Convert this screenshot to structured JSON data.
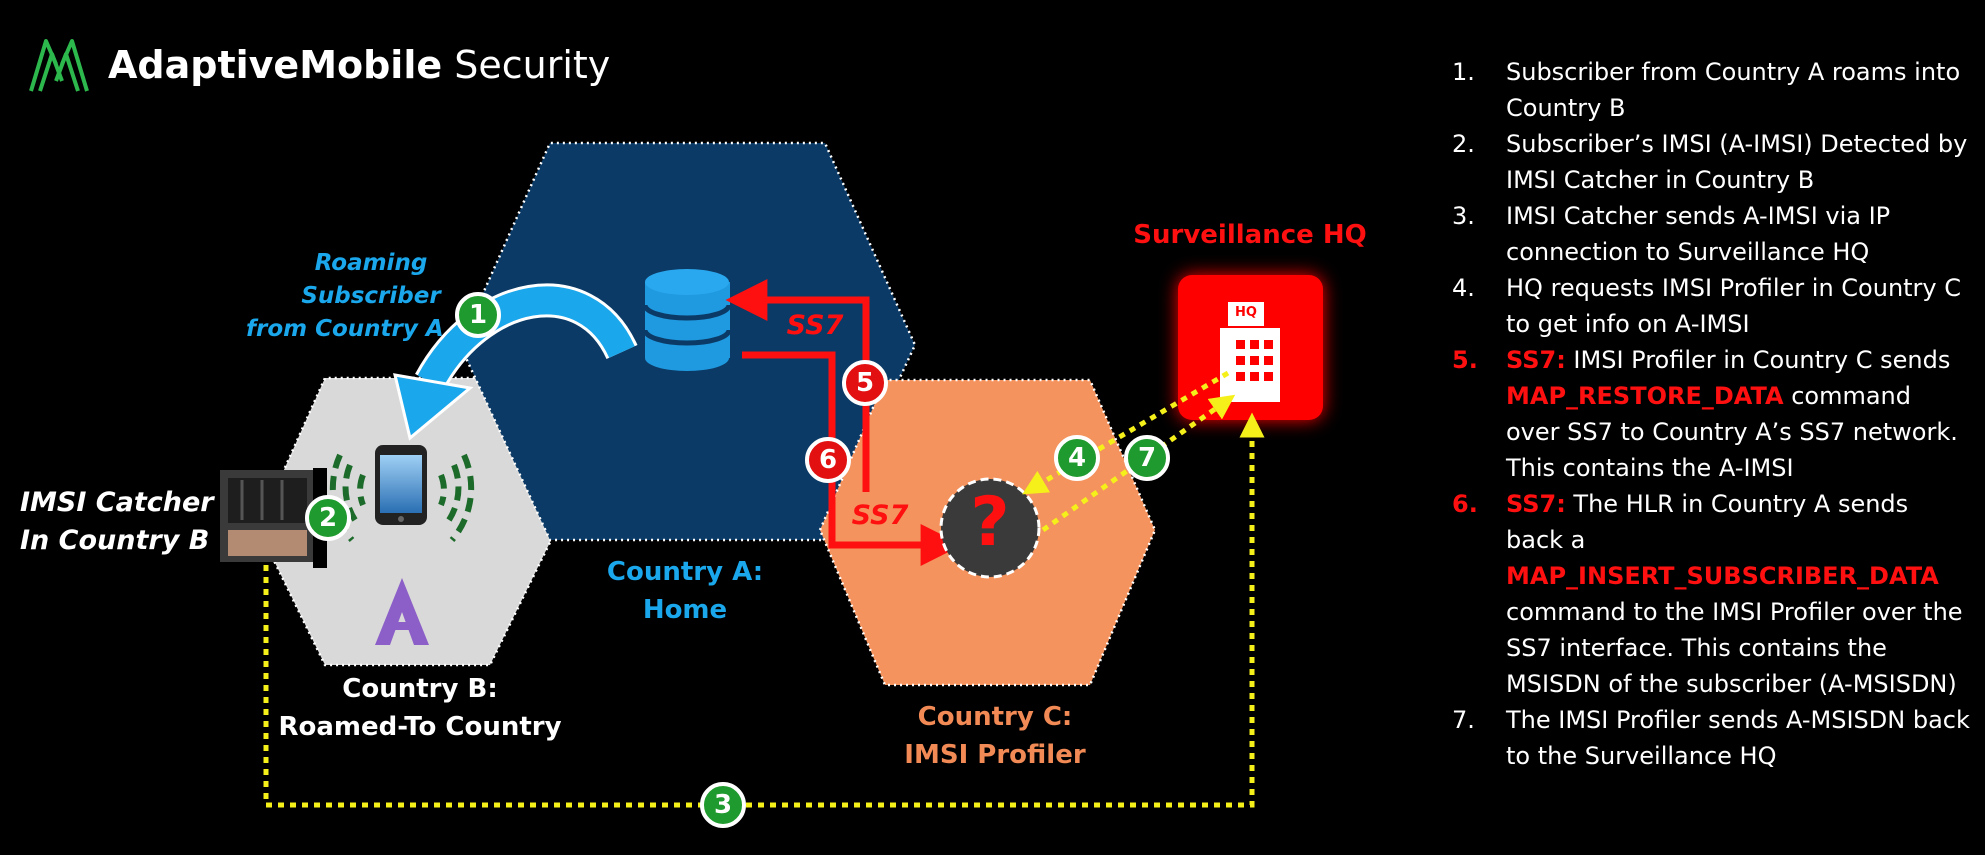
{
  "brand": {
    "name_bold": "AdaptiveMobile",
    "name_regular": "Security",
    "logo_icon": "adaptivemobile-logo-icon"
  },
  "labels": {
    "roaming_subscriber_line1": "Roaming Subscriber",
    "roaming_subscriber_line2": "from Country A",
    "imsi_catcher_line1": "IMSI Catcher",
    "imsi_catcher_line2": "In Country B",
    "country_a_line1": "Country A:",
    "country_a_line2": "Home",
    "country_b_line1": "Country B:",
    "country_b_line2": "Roamed-To Country",
    "country_c_line1": "Country C:",
    "country_c_line2": "IMSI Profiler",
    "surveillance_hq": "Surveillance HQ",
    "hq_badge": "HQ",
    "ss7_upper": "SS7",
    "ss7_lower": "SS7",
    "question_mark": "?"
  },
  "badges": {
    "b1": "1",
    "b2": "2",
    "b3": "3",
    "b4": "4",
    "b5": "5",
    "b6": "6",
    "b7": "7"
  },
  "steps": [
    {
      "num": "1.",
      "parts": [
        {
          "text": "Subscriber from Country A roams into Country B",
          "style": "normal"
        }
      ]
    },
    {
      "num": "2.",
      "parts": [
        {
          "text": "Subscriber’s IMSI (A-IMSI) Detected by IMSI Catcher in Country B",
          "style": "normal"
        }
      ]
    },
    {
      "num": "3.",
      "parts": [
        {
          "text": "IMSI Catcher sends A-IMSI via IP connection to Surveillance HQ",
          "style": "normal"
        }
      ]
    },
    {
      "num": "4.",
      "parts": [
        {
          "text": "HQ requests IMSI Profiler in Country C to get info on A-IMSI",
          "style": "normal"
        }
      ]
    },
    {
      "num": "5.",
      "num_style": "red",
      "parts": [
        {
          "text": "SS7:",
          "style": "red"
        },
        {
          "text": " IMSI Profiler in Country C sends ",
          "style": "normal"
        },
        {
          "text": "MAP_RESTORE_DATA",
          "style": "red"
        },
        {
          "text": " command over SS7 to Country A’s SS7 network. This contains the A-IMSI",
          "style": "normal"
        }
      ]
    },
    {
      "num": "6.",
      "num_style": "red",
      "parts": [
        {
          "text": "SS7:",
          "style": "red"
        },
        {
          "text": " The HLR in Country A sends back a ",
          "style": "normal"
        },
        {
          "text": "MAP_INSERT_SUBSCRIBER_DATA",
          "style": "red"
        },
        {
          "text": " command to the IMSI Profiler over the SS7 interface. This contains the MSISDN of the subscriber (A-MSISDN)",
          "style": "normal"
        }
      ]
    },
    {
      "num": "7.",
      "parts": [
        {
          "text": "The IMSI Profiler sends A-MSISDN back to the Surveillance HQ",
          "style": "normal"
        }
      ]
    }
  ],
  "colors": {
    "background": "#000000",
    "country_a": "#0b3a66",
    "country_b": "#d8d8d8",
    "country_c": "#f28a55",
    "hq": "#ff0000",
    "ss7_red": "#ff1010",
    "ip_link_yellow": "#f5f01a",
    "badge_green": "#1f9a2e",
    "badge_red": "#e21010",
    "roaming_label_blue": "#1aa7ec",
    "country_c_label": "#f28a55",
    "logo_green": "#2db84d"
  }
}
